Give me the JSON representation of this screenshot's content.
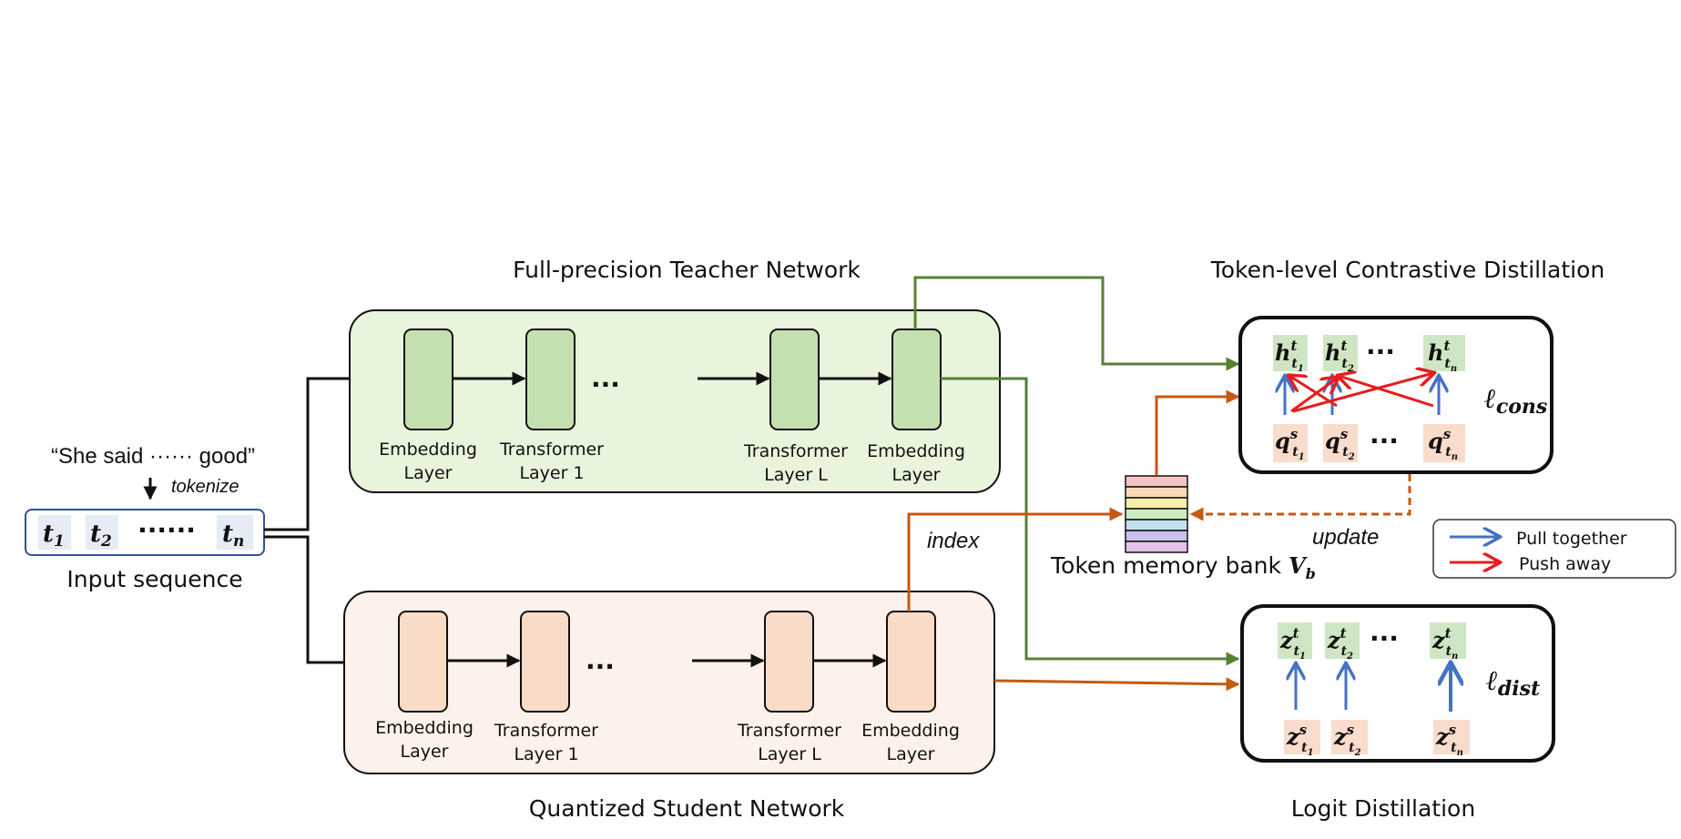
{
  "titles": {
    "teacher": "Full-precision Teacher Network",
    "student": "Quantized Student Network",
    "contrastive": "Token-level Contrastive Distillation",
    "logit": "Logit Distillation"
  },
  "input": {
    "sentence": "“She said ······ good”",
    "tokenize": "tokenize",
    "label": "Input sequence",
    "token1": "t",
    "token1_sub": "1",
    "token2": "t",
    "token2_sub": "2",
    "token_dots": "······",
    "tokenn": "t",
    "tokenn_sub": "n"
  },
  "teacher_layers": {
    "emb_in_l1": "Embedding",
    "emb_in_l2": "Layer",
    "tr1_l1": "Transformer",
    "tr1_l2": "Layer 1",
    "trL_l1": "Transformer",
    "trL_l2": "Layer L",
    "emb_out_l1": "Embedding",
    "emb_out_l2": "Layer",
    "dots": "···"
  },
  "student_layers": {
    "emb_in_l1": "Embedding",
    "emb_in_l2": "Layer",
    "tr1_l1": "Transformer",
    "tr1_l2": "Layer 1",
    "trL_l1": "Transformer",
    "trL_l2": "Layer L",
    "emb_out_l1": "Embedding",
    "emb_out_l2": "Layer",
    "dots": "···"
  },
  "memory_bank": {
    "label": "Token memory bank ",
    "symbol": "V",
    "symbol_sub": "b",
    "index": "index",
    "update": "update",
    "stripe_colors": [
      "#f6c4c4",
      "#f9d9b8",
      "#f7efb0",
      "#cdebc2",
      "#c2e0f0",
      "#c9c2ec",
      "#e3c2ec"
    ]
  },
  "contrastive_box": {
    "h": "h",
    "h_sup": "t",
    "q": "q",
    "q_sup": "s",
    "sub1": "t",
    "sub1_idx": "1",
    "sub2": "t",
    "sub2_idx": "2",
    "subn": "t",
    "subn_idx": "n",
    "dots": "···",
    "loss": "ℓ",
    "loss_sub": "cons"
  },
  "logit_box": {
    "z": "z",
    "z_sup_t": "t",
    "z_sup_s": "s",
    "sub1": "t",
    "sub1_idx": "1",
    "sub2": "t",
    "sub2_idx": "2",
    "subn": "t",
    "subn_idx": "n",
    "dots": "···",
    "loss": "ℓ",
    "loss_sub": "dist"
  },
  "legend": {
    "pull": "Pull together",
    "push": "Push away"
  },
  "colors": {
    "teacher_fill": "#e8f4dc",
    "teacher_block": "#c5e0b0",
    "student_fill": "#fdf1eb",
    "student_block": "#f8dcc8",
    "green_arrow": "#548235",
    "orange_arrow": "#c55a11",
    "blue_arrow": "#4472c4",
    "red_arrow": "#e81c1c",
    "h_tile": "#cfe6c4",
    "q_tile": "#fadccc",
    "token_tile": "#e6ecf6",
    "input_border": "#2f5597"
  }
}
